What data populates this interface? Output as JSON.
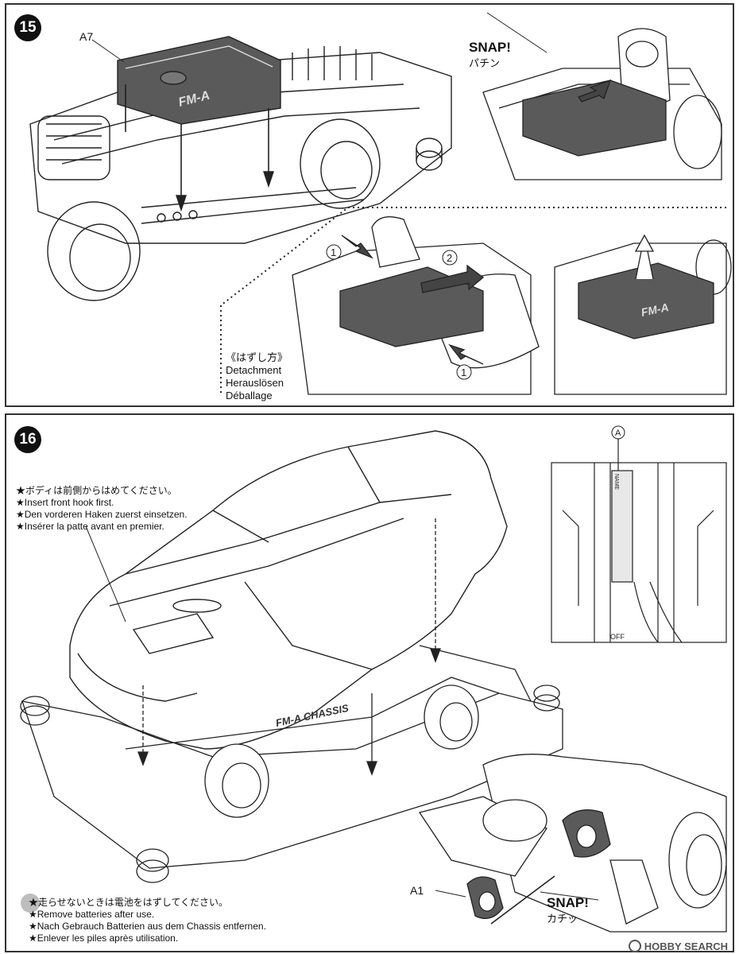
{
  "step15": {
    "number": "15",
    "part_label": "A7",
    "snap": {
      "en": "SNAP!",
      "jp": "パチン"
    },
    "detach": {
      "jp": "《はずし方》",
      "en": "Detachment",
      "de": "Herauslösen",
      "fr": "Déballage"
    },
    "marker_1": "1",
    "marker_2": "2",
    "marker_1b": "1"
  },
  "step16": {
    "number": "16",
    "front_hook_notes": [
      "★ボディは前側からはめてください。",
      "★Insert front hook first.",
      "★Den vorderen Haken zuerst einsetzen.",
      "★Insérer la patte avant en premier."
    ],
    "inset_marker": "A",
    "inset_name": "NAME",
    "inset_off": "OFF",
    "part_label": "A1",
    "snap": {
      "en": "SNAP!",
      "jp": "カチッ"
    },
    "chassis_text": "FM-A CHASSIS",
    "battery_notes": [
      "★走らせないときは電池をはずしてください。",
      "★Remove batteries after use.",
      "★Nach Gebrauch Batterien aus dem Chassis entfernen.",
      "★Enlever les piles après utilisation."
    ]
  },
  "chassis_logo": "FM-A",
  "chassis_logo_sub": "CHASSIS",
  "watermark": "HOBBY SEARCH",
  "colors": {
    "line": "#222222",
    "part_fill": "#5a5a5a",
    "arrow_fill": "#444444",
    "gray_dot": "#bdbdbd"
  }
}
